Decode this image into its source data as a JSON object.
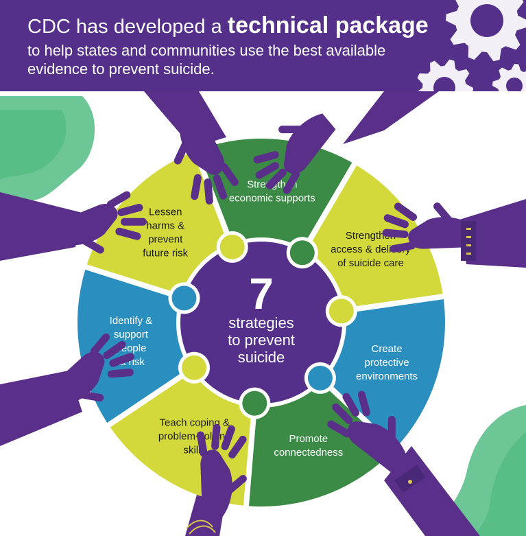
{
  "header": {
    "line1_prefix": "CDC has developed a ",
    "line1_emphasis": "technical package",
    "line2a": "to help states and communities use the best available",
    "line2b": "evidence to prevent suicide."
  },
  "center": {
    "number": "7",
    "line1": "strategies",
    "line2": "to prevent",
    "line3": "suicide"
  },
  "strategies": [
    {
      "lines": [
        "Strengthen",
        "economic supports"
      ],
      "color": "#3b8a45",
      "text_color": "#ffffff"
    },
    {
      "lines": [
        "Strengthen",
        "access & delivery",
        "of suicide care"
      ],
      "color": "#d3d93a",
      "text_color": "#1a1a1a"
    },
    {
      "lines": [
        "Create",
        "protective",
        "environments"
      ],
      "color": "#2a8fbf",
      "text_color": "#ffffff"
    },
    {
      "lines": [
        "Promote",
        "connectedness"
      ],
      "color": "#3b8a45",
      "text_color": "#ffffff"
    },
    {
      "lines": [
        "Teach coping &",
        "problem-solving",
        "skills"
      ],
      "color": "#d3d93a",
      "text_color": "#1a1a1a"
    },
    {
      "lines": [
        "Identify &",
        "support",
        "people",
        "at risk"
      ],
      "color": "#2a8fbf",
      "text_color": "#ffffff"
    },
    {
      "lines": [
        "Lessen",
        "harms &",
        "prevent",
        "future risk"
      ],
      "color": "#d3d93a",
      "text_color": "#1a1a1a"
    }
  ],
  "colors": {
    "purple": "#54308a",
    "hub_purple": "#55308a",
    "hand_purple": "#5a2f8a",
    "watercolor_green": "#3cb371",
    "gear_white": "#f2f0f6",
    "cuff_gold": "#d8c64a"
  }
}
